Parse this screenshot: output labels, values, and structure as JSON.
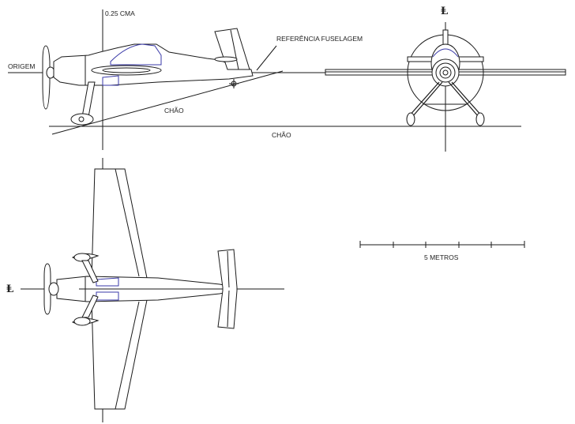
{
  "labels": {
    "cma": "0.25 CMA",
    "origin": "ORIGEM",
    "fuselage_ref": "REFERÊNCIA FUSELAGEM",
    "ground_tilted": "CHÃO",
    "ground": "CHÃO",
    "centerline_front": "Ⱡ",
    "centerline_top": "Ⱡ",
    "scale": "5 METROS"
  },
  "colors": {
    "line": "#1a1a1a",
    "canopy": "#3a3aa8"
  }
}
